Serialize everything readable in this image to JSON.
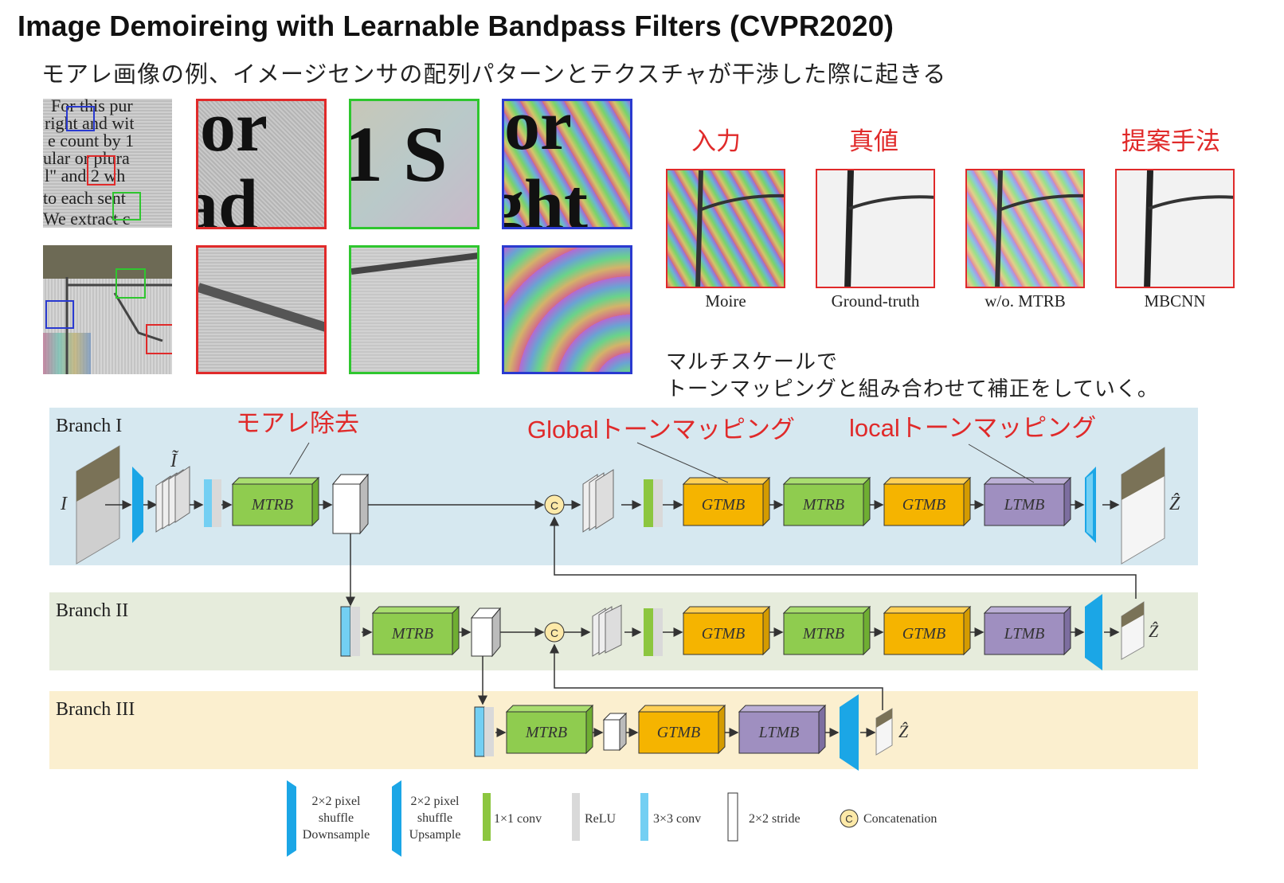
{
  "header": {
    "title": "Image Demoireing with Learnable Bandpass Filters (CVPR2020)",
    "subtitle": "モアレ画像の例、イメージセンサの配列パターンとテクスチャが干渉した際に起きる"
  },
  "comparison": {
    "labels": {
      "input": "入力",
      "truth": "真値",
      "proposed": "提案手法"
    },
    "captions": [
      "Moire",
      "Ground-truth",
      "w/o. MTRB",
      "MBCNN"
    ]
  },
  "note": {
    "line1": "マルチスケールで",
    "line2": "トーンマッピングと組み合わせて補正をしていく。"
  },
  "diagram": {
    "annotations": {
      "moire_removal": "モアレ除去",
      "global_tm": "Globalトーンマッピング",
      "local_tm": "localトーンマッピング"
    },
    "branches": [
      {
        "label": "Branch I",
        "blocks": [
          "MTRB",
          "GTMB",
          "MTRB",
          "GTMB",
          "LTMB"
        ],
        "input_symbol": "I",
        "tilde_symbol": "Ĩ",
        "output_symbol": "Ẑ"
      },
      {
        "label": "Branch II",
        "blocks": [
          "MTRB",
          "GTMB",
          "MTRB",
          "GTMB",
          "LTMB"
        ],
        "output_symbol": "Ẑ"
      },
      {
        "label": "Branch III",
        "blocks": [
          "MTRB",
          "GTMB",
          "LTMB"
        ],
        "output_symbol": "Ẑ"
      }
    ],
    "concat_symbol": "C"
  },
  "legend": {
    "items": [
      {
        "label": "2×2 pixel shuffle Downsample"
      },
      {
        "label": "2×2 pixel shuffle Upsample"
      },
      {
        "label": "1×1 conv"
      },
      {
        "label": "ReLU"
      },
      {
        "label": "3×3 conv"
      },
      {
        "label": "2×2 stride"
      },
      {
        "label": "Concatenation"
      }
    ]
  },
  "colors": {
    "mtrb": "#8fcc4f",
    "gtmb": "#f5b400",
    "ltmb": "#9f8fc0",
    "branch1_bg": "#d6e8f0",
    "branch2_bg": "#e6ecdc",
    "branch3_bg": "#fbefcf",
    "shuffle": "#1ba6e6",
    "conv3": "#73cff3",
    "conv1": "#8cc63f",
    "relu": "#d9d9d9",
    "accent_red": "#e02a2a"
  }
}
